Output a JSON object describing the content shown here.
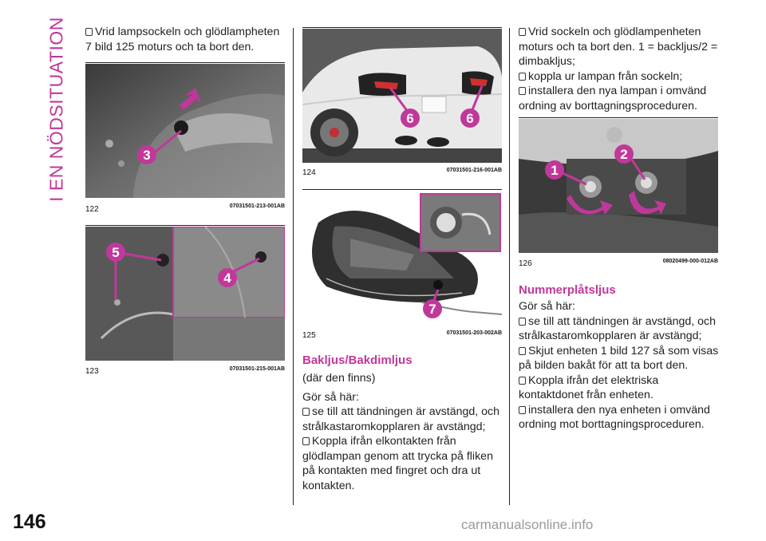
{
  "side_tab": "I EN NÖDSITUATION",
  "page_number": "146",
  "footer": "carmanualsonline.info",
  "col1": {
    "intro": "Vrid lampsockeln och glödlampheten 7 bild 125 moturs och ta bort den.",
    "figures": [
      {
        "num": "122",
        "code": "07031501-213-001AB",
        "callouts": [
          "3"
        ]
      },
      {
        "num": "123",
        "code": "07031501-215-001AB",
        "callouts": [
          "5",
          "4"
        ]
      }
    ]
  },
  "col2": {
    "figures": [
      {
        "num": "124",
        "code": "07031501-216-001AB",
        "callouts": [
          "6",
          "6"
        ]
      },
      {
        "num": "125",
        "code": "07031501-203-002AB",
        "callouts": [
          "7"
        ]
      }
    ],
    "heading": "Bakljus/Bakdimljus",
    "subheading": "(där den finns)",
    "do_this": "Gör så här:",
    "steps": [
      "se till att tändningen är avstängd, och strålkastaromkopplaren är avstängd;",
      "Koppla ifrån elkontakten från glödlampan genom att trycka på fliken på kontakten med fingret och dra ut kontakten."
    ]
  },
  "col3": {
    "steps_top": [
      "Vrid sockeln och glödlampenheten moturs och ta bort den. 1 = backljus/2 = dimbakljus;",
      "koppla ur lampan från sockeln;",
      "installera den nya lampan i omvänd ordning av borttagningsproceduren."
    ],
    "figure": {
      "num": "126",
      "code": "08020499-000-012AB",
      "callouts": [
        "1",
        "2"
      ]
    },
    "heading": "Nummerplåtsljus",
    "do_this": "Gör så här:",
    "steps": [
      "se till att tändningen är avstängd, och strålkastaromkopplaren är avstängd;",
      "Skjut enheten 1 bild 127 så som visas på bilden bakåt för att ta bort den.",
      "Koppla ifrån det elektriska kontaktdonet från enheten.",
      "installera den nya enheten i omvänd ordning mot borttagningsproceduren."
    ]
  }
}
